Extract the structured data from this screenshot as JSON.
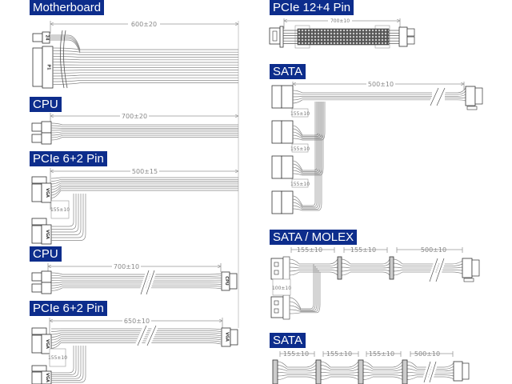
{
  "sections": {
    "motherboard": {
      "title": "Motherboard",
      "length": "600±20",
      "connectors": [
        "24",
        "P1"
      ]
    },
    "cpu_1": {
      "title": "CPU",
      "length": "700±20"
    },
    "pcie_1": {
      "title": "PCIe 6+2 Pin",
      "length": "500±15",
      "branch": "155±10",
      "connectors": [
        "VGA",
        "VGA"
      ]
    },
    "cpu_2": {
      "title": "CPU",
      "length": "700±10",
      "connectors": [
        "CPU"
      ]
    },
    "pcie_2": {
      "title": "PCIe 6+2 Pin",
      "length": "650±10",
      "branch": "155±10",
      "connectors": [
        "VGA",
        "VGA",
        "VGA"
      ]
    },
    "pcie_12_4": {
      "title": "PCIe 12+4 Pin",
      "length": "700±10"
    },
    "sata_1": {
      "title": "SATA",
      "length": "500±10",
      "branches": [
        "155±10",
        "155±10",
        "155±10"
      ]
    },
    "sata_molex": {
      "title": "SATA / MOLEX",
      "segments": [
        "155±10",
        "155±10",
        "500±10"
      ],
      "branch": "100±10"
    },
    "sata_2": {
      "title": "SATA",
      "segments": [
        "155±10",
        "155±10",
        "155±10",
        "500±10"
      ]
    }
  },
  "colors": {
    "label_bg": "#0d2d8c",
    "label_text": "#ffffff",
    "wire": "#888888",
    "dim_line": "#999999"
  }
}
